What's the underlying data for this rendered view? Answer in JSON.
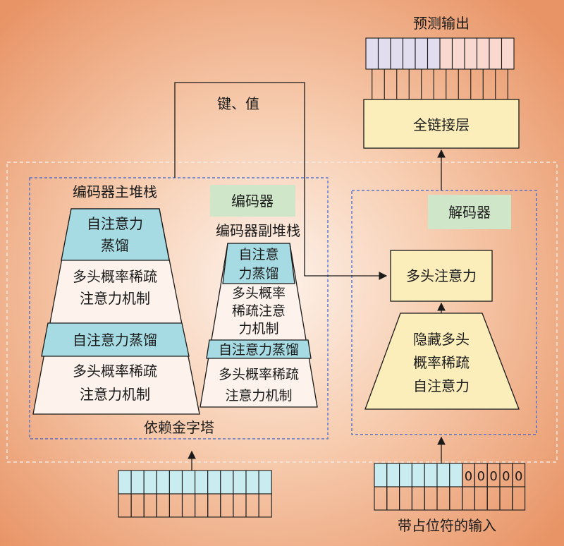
{
  "colors": {
    "bg_center": "#fdf3ec",
    "bg_edge": "#e89466",
    "teal": "#a6dbe3",
    "green": "#cfe7c8",
    "yellow": "#fbeebb",
    "lilac": "#e2dcef",
    "pink": "#f9d9cf",
    "cyan_cell": "#c8ecf0",
    "dash_blue": "#3a5fcd",
    "dash_white": "#f4e9e2"
  },
  "output": {
    "title": "预测输出"
  },
  "kv_label": "键、值",
  "encoder": {
    "main_title": "编码器主堆栈",
    "badge": "编码器",
    "sub_title": "编码器副堆栈",
    "main_top_distill": [
      "自注意力",
      "蒸馏"
    ],
    "main_attn_1": [
      "多头概率稀疏",
      "注意力机制"
    ],
    "main_mid_distill": "自注意力蒸馏",
    "main_attn_2": [
      "多头概率稀疏",
      "注意力机制"
    ],
    "sub_top_distill": [
      "自注意",
      "力蒸馏"
    ],
    "sub_attn_1": [
      "多头概率",
      "稀疏注意",
      "力机制"
    ],
    "sub_mid_distill": "自注意力蒸馏",
    "sub_attn_2": [
      "多头概率稀疏",
      "注意力机制"
    ],
    "pyramid_label": "依赖金字塔"
  },
  "decoder": {
    "badge": "解码器",
    "fc_label": "全链接层",
    "mha_label": "多头注意力",
    "masked": [
      "隐藏多头",
      "概率稀疏",
      "自注意力"
    ]
  },
  "decoder_input": {
    "label": "带占位符的输入",
    "placeholders": [
      "0",
      "0",
      "0",
      "0",
      "0"
    ]
  }
}
